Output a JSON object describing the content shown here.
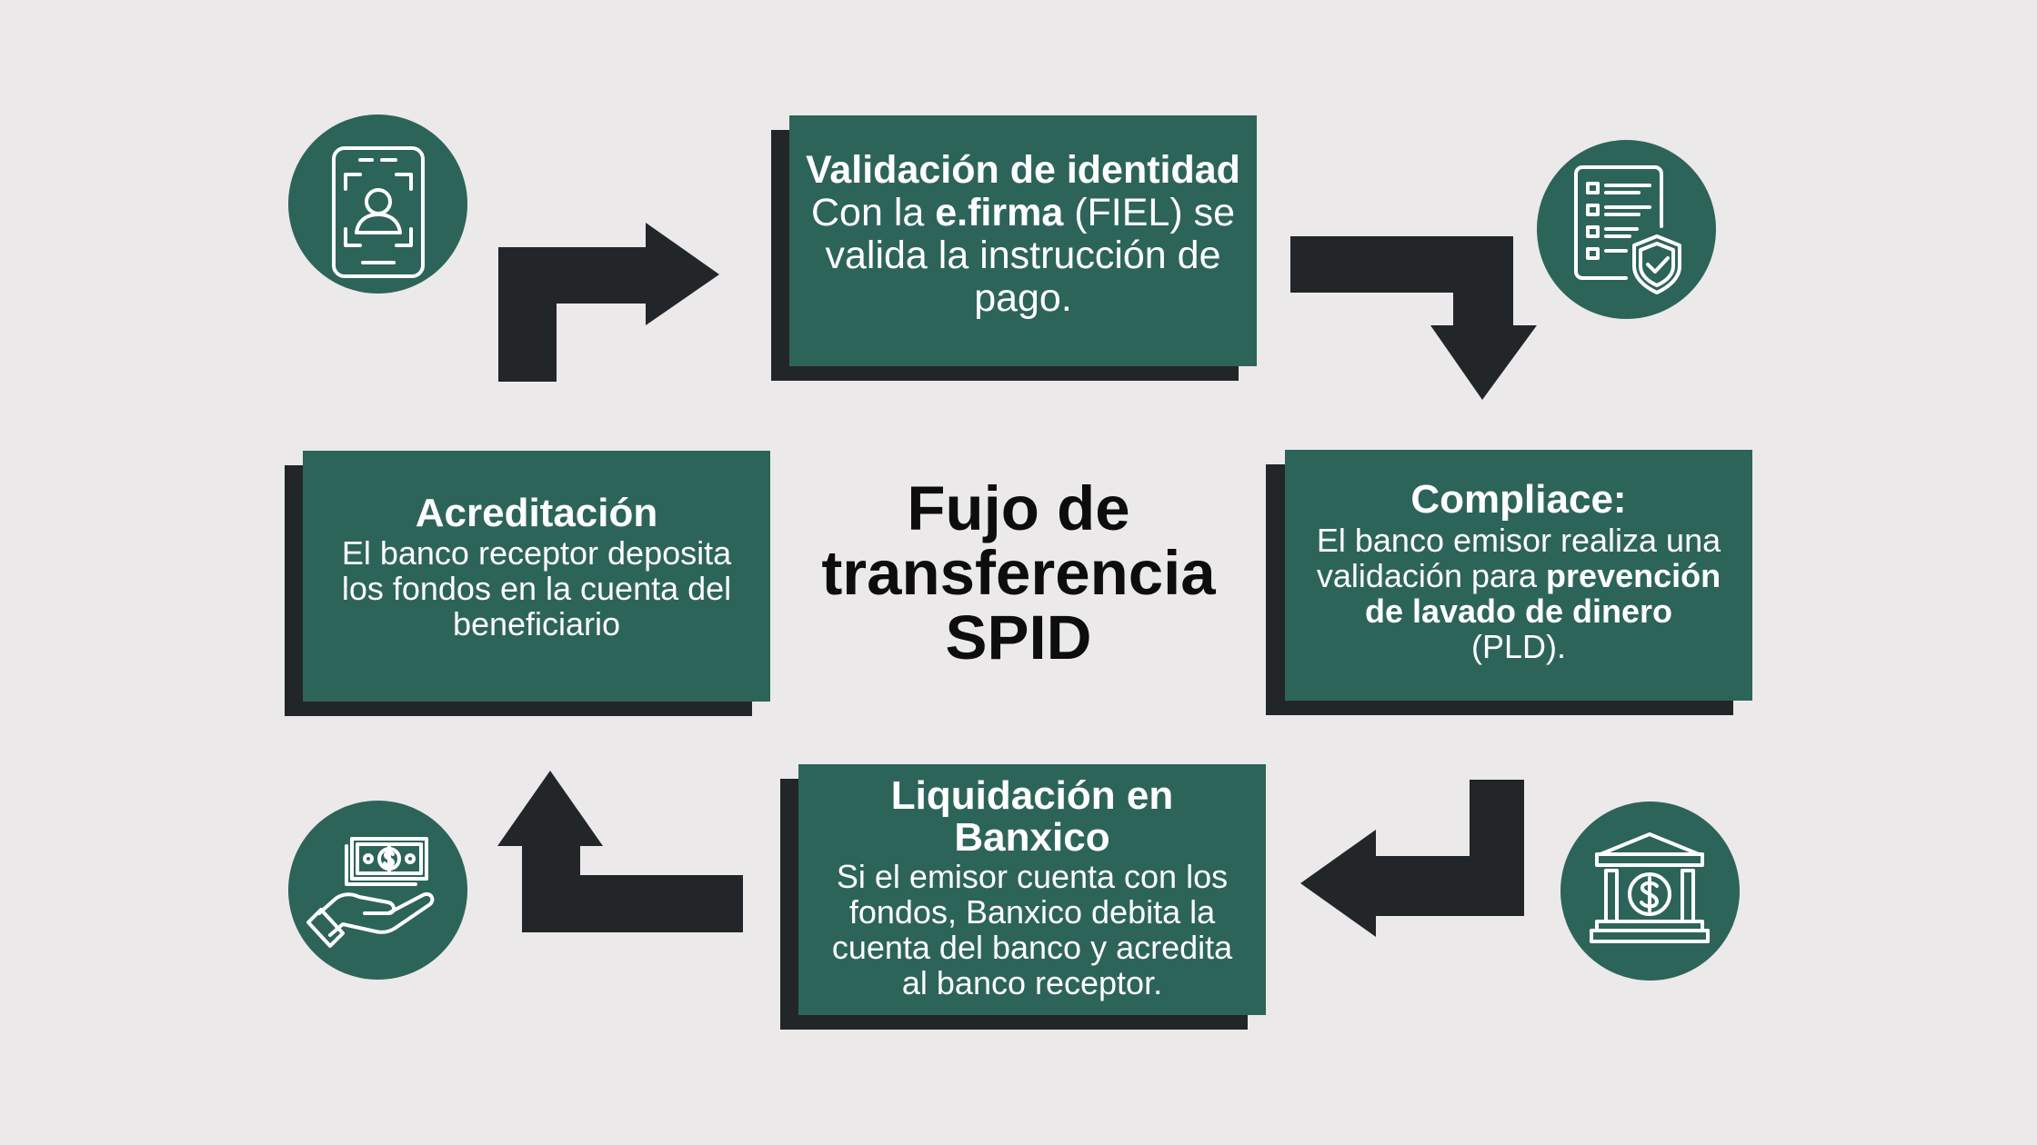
{
  "diagram": {
    "title_lines": [
      "Fujo de",
      "transferencia",
      "SPID"
    ],
    "colors": {
      "background": "#ebe9e9",
      "card_fill": "#2d6459",
      "card_shadow": "#232628",
      "arrow": "#232628",
      "text_light": "#ffffff",
      "text_dark": "#0d0d0d"
    },
    "steps": {
      "validacion": {
        "title": "Validación de identidad",
        "line1_pre": "Con la ",
        "line1_bold": "e.firma",
        "line1_post": " (FIEL) se",
        "line2": "valida la instrucción de",
        "line3": "pago.",
        "icon": "id-card-user-icon"
      },
      "compliance": {
        "title": "Compliace:",
        "line1": "El banco emisor realiza una",
        "line2_pre": "validación para ",
        "line2_bold": "prevención",
        "line3_bold": "de lavado de dinero",
        "line4": "(PLD).",
        "icon": "document-checklist-shield-icon"
      },
      "liquidacion": {
        "title_line1": "Liquidación en",
        "title_line2": "Banxico",
        "line1": "Si el emisor cuenta con los",
        "line2": "fondos, Banxico debita la",
        "line3": "cuenta del banco y acredita",
        "line4": "al banco receptor.",
        "icon": "bank-dollar-icon"
      },
      "acreditacion": {
        "title": "Acreditación",
        "line1": "El banco receptor deposita",
        "line2": "los fondos en la cuenta del",
        "line3": "beneficiario",
        "icon": "hand-money-icon"
      }
    }
  }
}
